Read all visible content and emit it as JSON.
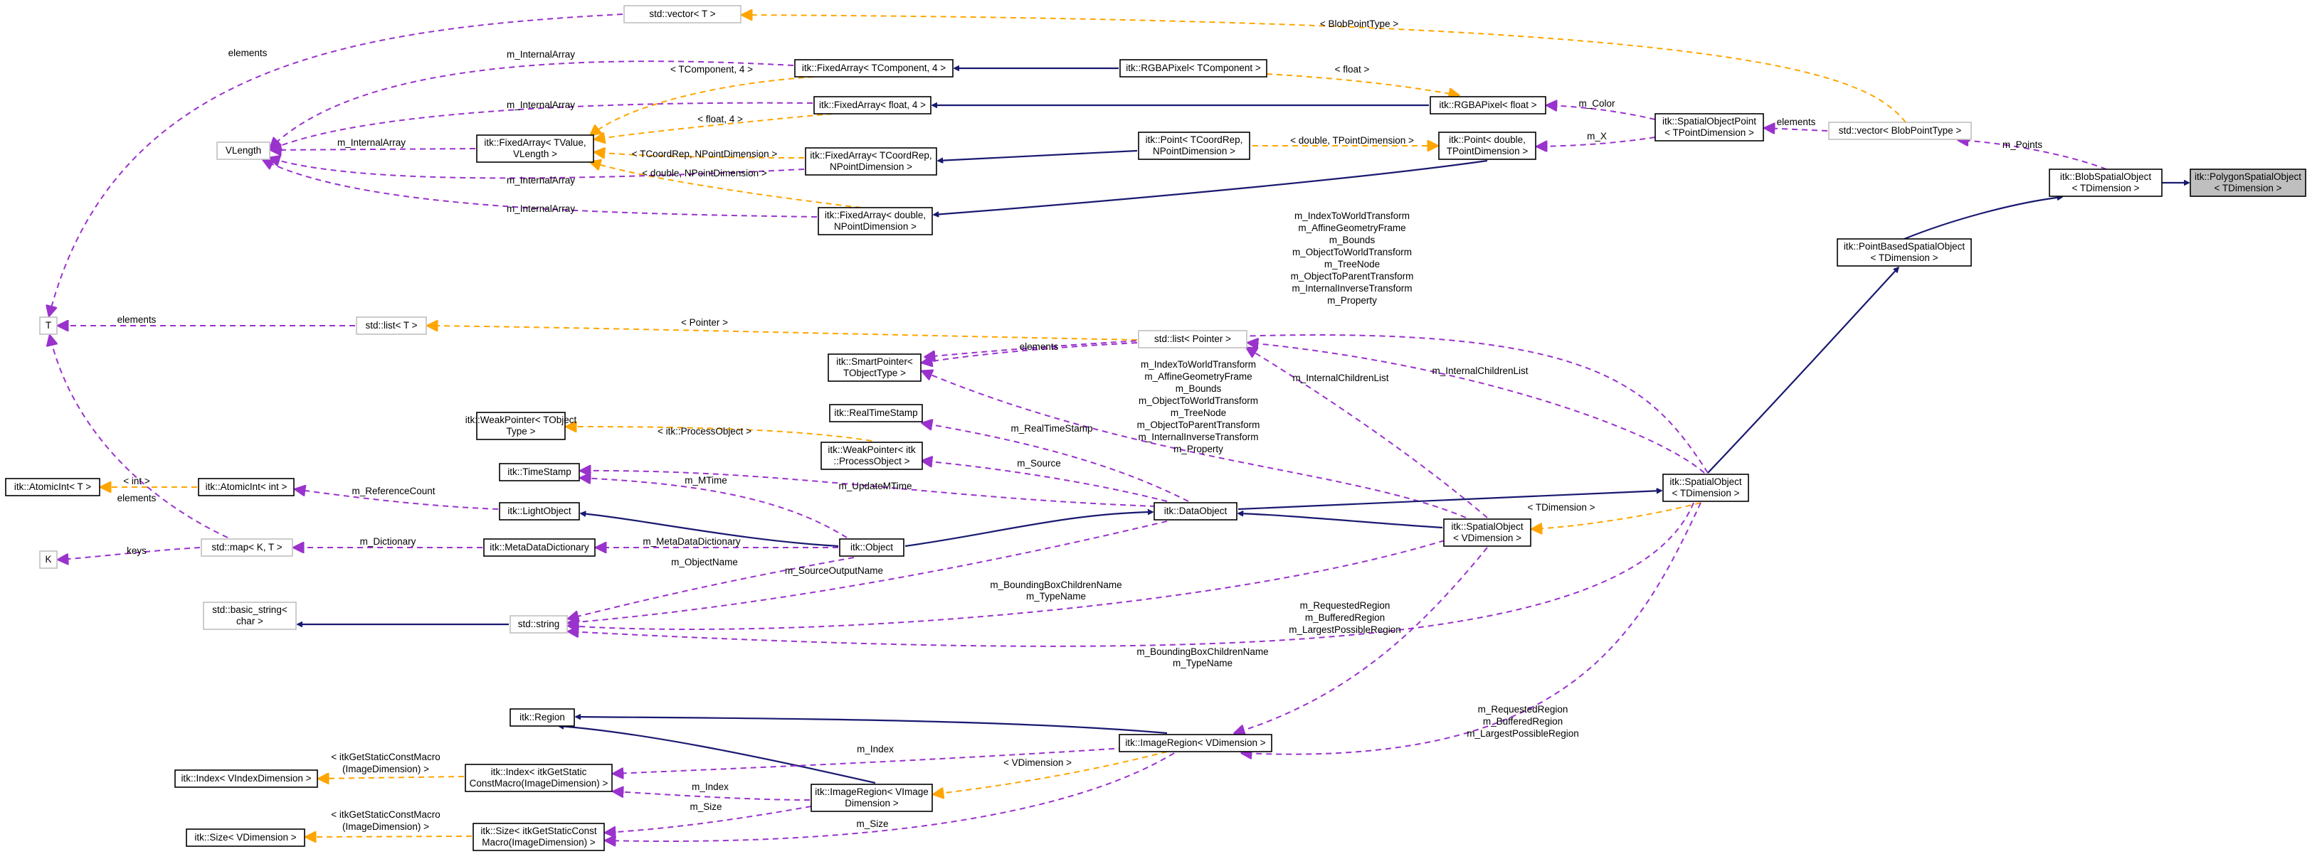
{
  "nodes": [
    {
      "id": "polygon",
      "lines": [
        "itk::PolygonSpatialObject",
        "< TDimension >"
      ],
      "style": "focus"
    },
    {
      "id": "blob",
      "lines": [
        "itk::BlobSpatialObject",
        "< TDimension >"
      ],
      "style": "normal"
    },
    {
      "id": "pointbased",
      "lines": [
        "itk::PointBasedSpatialObject",
        "< TDimension >"
      ],
      "style": "normal"
    },
    {
      "id": "vectorblob",
      "lines": [
        "std::vector< BlobPointType >"
      ],
      "style": "ext"
    },
    {
      "id": "vectorT",
      "lines": [
        "std::vector< T >"
      ],
      "style": "ext"
    },
    {
      "id": "sopoint",
      "lines": [
        "itk::SpatialObjectPoint",
        "< TPointDimension >"
      ],
      "style": "normal"
    },
    {
      "id": "rgbapixelf",
      "lines": [
        "itk::RGBAPixel< float >"
      ],
      "style": "normal"
    },
    {
      "id": "rgbapixelT",
      "lines": [
        "itk::RGBAPixel< TComponent >"
      ],
      "style": "normal"
    },
    {
      "id": "fatc4",
      "lines": [
        "itk::FixedArray< TComponent, 4 >"
      ],
      "style": "normal"
    },
    {
      "id": "faf4",
      "lines": [
        "itk::FixedArray< float, 4 >"
      ],
      "style": "normal"
    },
    {
      "id": "pointdtp",
      "lines": [
        "itk::Point< double,",
        "TPointDimension >"
      ],
      "style": "normal"
    },
    {
      "id": "pointtc",
      "lines": [
        "itk::Point< TCoordRep,",
        "NPointDimension >"
      ],
      "style": "normal"
    },
    {
      "id": "fatcrep",
      "lines": [
        "itk::FixedArray< TCoordRep,",
        "NPointDimension >"
      ],
      "style": "normal"
    },
    {
      "id": "fadouble",
      "lines": [
        "itk::FixedArray< double,",
        "NPointDimension >"
      ],
      "style": "normal"
    },
    {
      "id": "fatvalue",
      "lines": [
        "itk::FixedArray< TValue,",
        "VLength >"
      ],
      "style": "normal"
    },
    {
      "id": "vlength",
      "lines": [
        "VLength"
      ],
      "style": "ext"
    },
    {
      "id": "T",
      "lines": [
        "T"
      ],
      "style": "ext"
    },
    {
      "id": "listT",
      "lines": [
        "std::list< T >"
      ],
      "style": "ext"
    },
    {
      "id": "listptr",
      "lines": [
        "std::list< Pointer >"
      ],
      "style": "ext"
    },
    {
      "id": "smartptr",
      "lines": [
        "itk::SmartPointer<",
        "TObjectType >"
      ],
      "style": "normal"
    },
    {
      "id": "realtimestamp",
      "lines": [
        "itk::RealTimeStamp"
      ],
      "style": "normal"
    },
    {
      "id": "weakptrT",
      "lines": [
        "itk::WeakPointer< TObject",
        "Type >"
      ],
      "style": "normal"
    },
    {
      "id": "weakptrPO",
      "lines": [
        "itk::WeakPointer< itk",
        "::ProcessObject >"
      ],
      "style": "normal"
    },
    {
      "id": "timestamp",
      "lines": [
        "itk::TimeStamp"
      ],
      "style": "normal"
    },
    {
      "id": "atomicT",
      "lines": [
        "itk::AtomicInt< T >"
      ],
      "style": "normal"
    },
    {
      "id": "atomicint",
      "lines": [
        "itk::AtomicInt< int >"
      ],
      "style": "normal"
    },
    {
      "id": "lightobject",
      "lines": [
        "itk::LightObject"
      ],
      "style": "normal"
    },
    {
      "id": "dataobject",
      "lines": [
        "itk::DataObject"
      ],
      "style": "normal"
    },
    {
      "id": "spatialT",
      "lines": [
        "itk::SpatialObject",
        "< TDimension >"
      ],
      "style": "normal"
    },
    {
      "id": "spatialV",
      "lines": [
        "itk::SpatialObject",
        "< VDimension >"
      ],
      "style": "normal"
    },
    {
      "id": "K",
      "lines": [
        "K"
      ],
      "style": "ext"
    },
    {
      "id": "mapKT",
      "lines": [
        "std::map< K, T >"
      ],
      "style": "ext"
    },
    {
      "id": "metadict",
      "lines": [
        "itk::MetaDataDictionary"
      ],
      "style": "normal"
    },
    {
      "id": "object",
      "lines": [
        "itk::Object"
      ],
      "style": "normal"
    },
    {
      "id": "basicstring",
      "lines": [
        "std::basic_string<",
        "char >"
      ],
      "style": "ext"
    },
    {
      "id": "stdstring",
      "lines": [
        "std::string"
      ],
      "style": "ext"
    },
    {
      "id": "region",
      "lines": [
        "itk::Region"
      ],
      "style": "normal"
    },
    {
      "id": "imgregionV",
      "lines": [
        "itk::ImageRegion< VDimension >"
      ],
      "style": "normal"
    },
    {
      "id": "indexV",
      "lines": [
        "itk::Index< VIndexDimension >"
      ],
      "style": "normal"
    },
    {
      "id": "indexItk",
      "lines": [
        "itk::Index< itkGetStatic",
        "ConstMacro(ImageDimension) >"
      ],
      "style": "normal"
    },
    {
      "id": "imgregionVI",
      "lines": [
        "itk::ImageRegion< VImage",
        "Dimension >"
      ],
      "style": "normal"
    },
    {
      "id": "sizeV",
      "lines": [
        "itk::Size< VDimension >"
      ],
      "style": "normal"
    },
    {
      "id": "sizeItk",
      "lines": [
        "itk::Size< itkGetStaticConst",
        "Macro(ImageDimension) >"
      ],
      "style": "normal"
    }
  ],
  "edges": [
    {
      "id": "blob-polygon",
      "type": "inherit",
      "labels": []
    },
    {
      "id": "pointbased-blob",
      "type": "inherit",
      "labels": []
    },
    {
      "id": "vectorblob-blob",
      "type": "member",
      "labels": [
        "m_Points"
      ]
    },
    {
      "id": "vectorT-vectorblob",
      "type": "template",
      "labels": [
        "< BlobPointType >"
      ]
    },
    {
      "id": "sopoint-vectorblob",
      "type": "member",
      "labels": [
        "elements"
      ]
    },
    {
      "id": "rgbapixelf-sopoint",
      "type": "member",
      "labels": [
        "m_Color"
      ]
    },
    {
      "id": "pointdtp-sopoint",
      "type": "member",
      "labels": [
        "m_X"
      ]
    },
    {
      "id": "fatc4-rgbapixelT",
      "type": "inherit",
      "labels": []
    },
    {
      "id": "rgbapixelT-rgbapixelf",
      "type": "template",
      "labels": [
        "< float >"
      ]
    },
    {
      "id": "faf4-rgbapixelf",
      "type": "inherit",
      "labels": []
    },
    {
      "id": "pointtc-pointdtp",
      "type": "template",
      "labels": [
        "< double, TPointDimension >"
      ]
    },
    {
      "id": "fatcrep-pointtc",
      "type": "inherit",
      "labels": []
    },
    {
      "id": "fadouble-pointdtp",
      "type": "inherit",
      "labels": []
    },
    {
      "id": "fatvalue-fatc4",
      "type": "template",
      "labels": [
        "< TComponent, 4 >"
      ]
    },
    {
      "id": "fatvalue-faf4",
      "type": "template",
      "labels": [
        "< float, 4 >"
      ]
    },
    {
      "id": "fatvalue-fatcrep",
      "type": "template",
      "labels": [
        "< TCoordRep, NPointDimension >"
      ]
    },
    {
      "id": "fatvalue-fadouble",
      "type": "template",
      "labels": [
        "< double, NPointDimension >"
      ]
    },
    {
      "id": "vlength-fatc4",
      "type": "member",
      "labels": [
        "m_InternalArray"
      ]
    },
    {
      "id": "vlength-faf4",
      "type": "member",
      "labels": [
        "m_InternalArray"
      ]
    },
    {
      "id": "vlength-fatvalue",
      "type": "member",
      "labels": [
        "m_InternalArray"
      ]
    },
    {
      "id": "vlength-fatcrep",
      "type": "member",
      "labels": [
        "m_InternalArray"
      ]
    },
    {
      "id": "vlength-fadouble",
      "type": "member",
      "labels": [
        "m_InternalArray"
      ]
    },
    {
      "id": "T-vectorT",
      "type": "member",
      "labels": [
        "elements"
      ]
    },
    {
      "id": "T-listT",
      "type": "member",
      "labels": [
        "elements"
      ]
    },
    {
      "id": "listT-listptr",
      "type": "template",
      "labels": [
        "< Pointer >"
      ]
    },
    {
      "id": "smartptr-listptr",
      "type": "member",
      "labels": [
        "elements"
      ]
    },
    {
      "id": "listptr-spatialT",
      "type": "member",
      "labels": [
        "m_InternalChildrenList"
      ]
    },
    {
      "id": "listptr-spatialV",
      "type": "member",
      "labels": [
        "m_InternalChildrenList"
      ]
    },
    {
      "id": "smartptr-spatialT",
      "type": "member",
      "labels": [
        "m_IndexToWorldTransform",
        "m_AffineGeometryFrame",
        "m_Bounds",
        "m_ObjectToWorldTransform",
        "m_TreeNode",
        "m_ObjectToParentTransform",
        "m_InternalInverseTransform",
        "m_Property"
      ]
    },
    {
      "id": "smartptr-spatialV",
      "type": "member",
      "labels": [
        "m_IndexToWorldTransform",
        "m_AffineGeometryFrame",
        "m_Bounds",
        "m_ObjectToWorldTransform",
        "m_TreeNode",
        "m_ObjectToParentTransform",
        "m_InternalInverseTransform",
        "m_Property"
      ]
    },
    {
      "id": "realtimestamp-dataobject",
      "type": "member",
      "labels": [
        "m_RealTimeStamp"
      ]
    },
    {
      "id": "weakptrT-weakptrPO",
      "type": "template",
      "labels": [
        "< itk::ProcessObject >"
      ]
    },
    {
      "id": "weakptrPO-dataobject",
      "type": "member",
      "labels": [
        "m_Source"
      ]
    },
    {
      "id": "timestamp-object",
      "type": "member",
      "labels": [
        "m_MTime"
      ]
    },
    {
      "id": "timestamp-dataobject",
      "type": "member",
      "labels": [
        "m_UpdateMTime"
      ]
    },
    {
      "id": "atomicT-atomicint",
      "type": "template",
      "labels": [
        "< int >"
      ]
    },
    {
      "id": "atomicint-lightobject",
      "type": "member",
      "labels": [
        "m_ReferenceCount"
      ]
    },
    {
      "id": "lightobject-object",
      "type": "inherit",
      "labels": []
    },
    {
      "id": "object-dataobject",
      "type": "inherit",
      "labels": []
    },
    {
      "id": "dataobject-spatialT",
      "type": "inherit",
      "labels": []
    },
    {
      "id": "dataobject-spatialV",
      "type": "inherit",
      "labels": []
    },
    {
      "id": "spatialT-pointbased",
      "type": "inherit",
      "labels": []
    },
    {
      "id": "spatialT-spatialV",
      "type": "template",
      "labels": [
        "< TDimension >"
      ]
    },
    {
      "id": "T-mapKT",
      "type": "member",
      "labels": [
        "elements"
      ]
    },
    {
      "id": "K-mapKT",
      "type": "member",
      "labels": [
        "keys"
      ]
    },
    {
      "id": "mapKT-metadict",
      "type": "member",
      "labels": [
        "m_Dictionary"
      ]
    },
    {
      "id": "metadict-object",
      "type": "member",
      "labels": [
        "m_MetaDataDictionary"
      ]
    },
    {
      "id": "basicstring-stdstring",
      "type": "inherit",
      "labels": []
    },
    {
      "id": "stdstring-object",
      "type": "member",
      "labels": [
        "m_ObjectName"
      ]
    },
    {
      "id": "stdstring-dataobject",
      "type": "member",
      "labels": [
        "m_SourceOutputName"
      ]
    },
    {
      "id": "stdstring-spatialV",
      "type": "member",
      "labels": [
        "m_BoundingBoxChildrenName",
        "m_TypeName"
      ]
    },
    {
      "id": "stdstring-spatialT",
      "type": "member",
      "labels": [
        "m_BoundingBoxChildrenName",
        "m_TypeName"
      ]
    },
    {
      "id": "imgregionV-spatialV",
      "type": "member",
      "labels": [
        "m_RequestedRegion",
        "m_BufferedRegion",
        "m_LargestPossibleRegion"
      ]
    },
    {
      "id": "imgregionV-spatialT",
      "type": "member",
      "labels": [
        "m_RequestedRegion",
        "m_BufferedRegion",
        "m_LargestPossibleRegion"
      ]
    },
    {
      "id": "region-imgregionV",
      "type": "inherit",
      "labels": []
    },
    {
      "id": "region-imgregionVI",
      "type": "inherit",
      "labels": []
    },
    {
      "id": "imgregionVI-imgregionV",
      "type": "template",
      "labels": [
        "< VDimension >"
      ]
    },
    {
      "id": "indexV-indexItk",
      "type": "template",
      "labels": [
        "< itkGetStaticConstMacro",
        "(ImageDimension) >"
      ]
    },
    {
      "id": "indexItk-imgregionV",
      "type": "member",
      "labels": [
        "m_Index"
      ]
    },
    {
      "id": "indexItk-imgregionVI",
      "type": "member",
      "labels": [
        "m_Index"
      ]
    },
    {
      "id": "sizeV-sizeItk",
      "type": "template",
      "labels": [
        "< itkGetStaticConstMacro",
        "(ImageDimension) >"
      ]
    },
    {
      "id": "sizeItk-imgregionVI",
      "type": "member",
      "labels": [
        "m_Size"
      ]
    },
    {
      "id": "sizeItk-imgregionV",
      "type": "member",
      "labels": [
        "m_Size"
      ]
    }
  ]
}
